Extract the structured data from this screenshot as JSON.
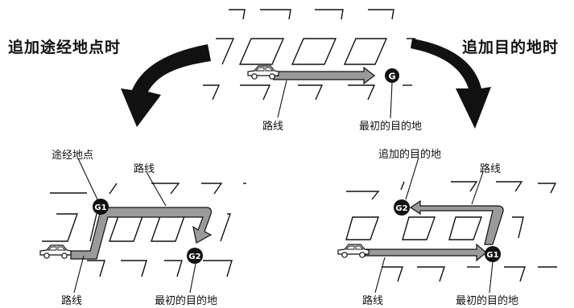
{
  "titles": {
    "left": "追加途经地点时",
    "right": "追加目的地时"
  },
  "top_panel": {
    "route_label": "路线",
    "dest_label": "最初的目的地",
    "marker": "G"
  },
  "left_panel": {
    "waypoint_label": "途经地点",
    "route_label_top": "路线",
    "route_label_bottom": "路线",
    "dest_label": "最初的目的地",
    "marker_g1": "G1",
    "marker_g2": "G2"
  },
  "right_panel": {
    "added_dest_label": "追加的目的地",
    "route_label_top": "路线",
    "route_label_bottom": "路线",
    "dest_label": "最初的目的地",
    "marker_g1": "G1",
    "marker_g2": "G2"
  },
  "colors": {
    "route_fill": "#9a9a9a",
    "line": "#111111",
    "marker": "#111111"
  }
}
